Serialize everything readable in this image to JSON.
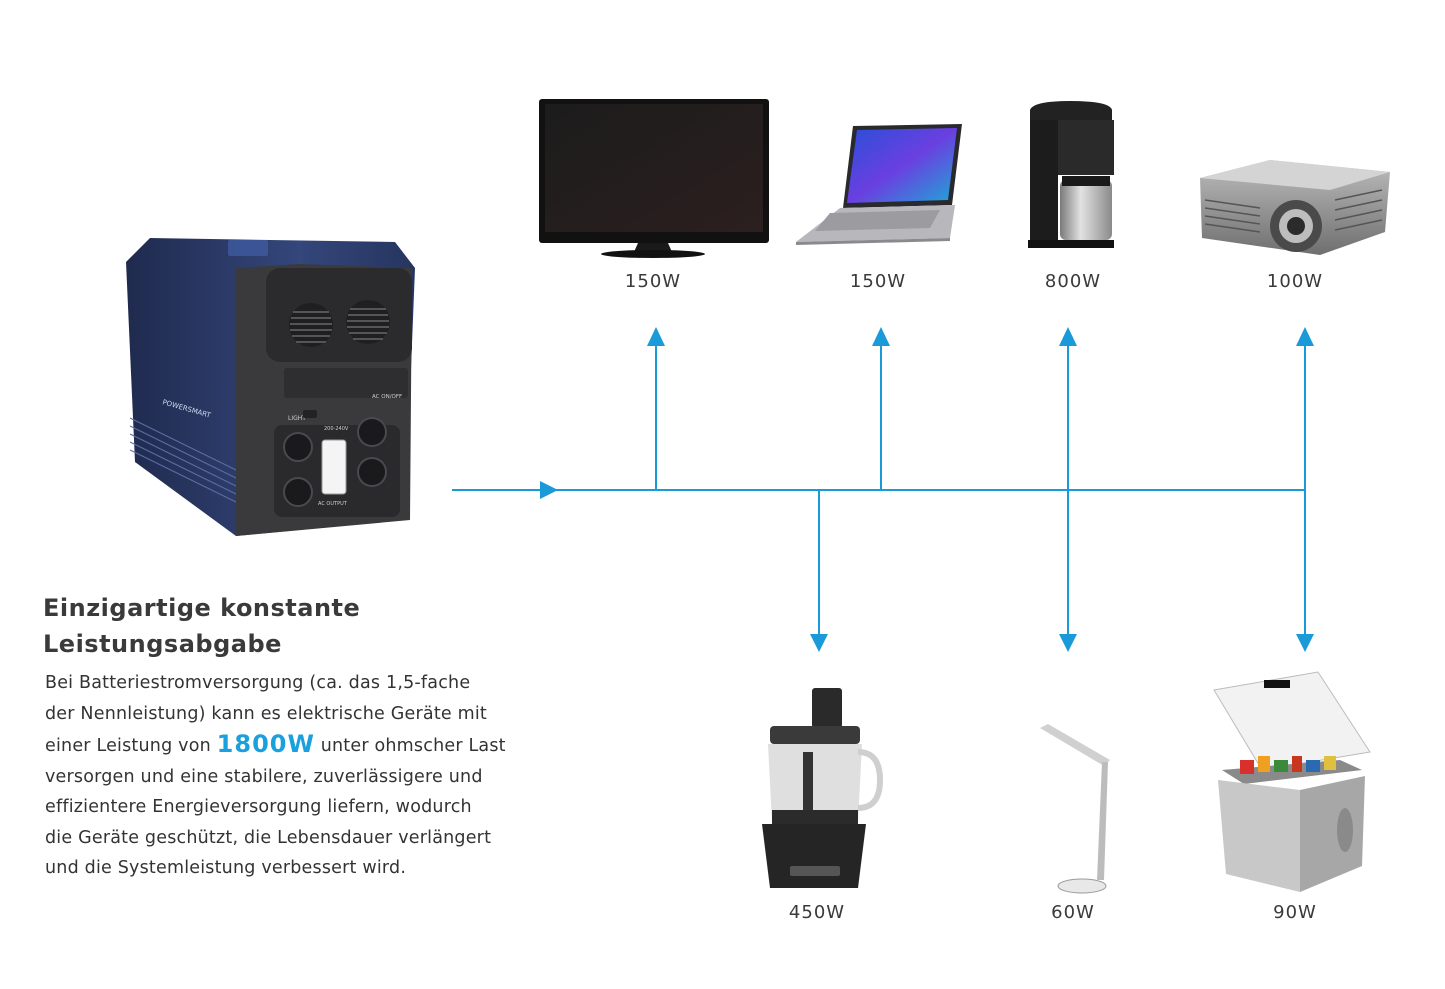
{
  "colors": {
    "connector": "#1a9ad8",
    "highlight": "#1aa0dd",
    "station_body": "#2c3a66",
    "station_front": "#3b3b3e"
  },
  "station": {
    "brand": "POWERSMART",
    "label_light": "LIGHT",
    "label_ac_on_off": "AC ON/OFF",
    "label_voltage": "200-240V",
    "label_ac_output": "AC OUTPUT"
  },
  "devices_top": [
    {
      "name": "tv",
      "watt": "150W"
    },
    {
      "name": "laptop",
      "watt": "150W"
    },
    {
      "name": "coffee-maker",
      "watt": "800W"
    },
    {
      "name": "projector",
      "watt": "100W"
    }
  ],
  "devices_bottom": [
    {
      "name": "food-processor",
      "watt": "450W"
    },
    {
      "name": "desk-lamp",
      "watt": "60W"
    },
    {
      "name": "cooler-box",
      "watt": "90W"
    }
  ],
  "text": {
    "heading_line1": "Einzigartige konstante",
    "heading_line2": "Leistungsabgabe",
    "para_line1": "Bei Batteriestromversorgung (ca. das 1,5-fache",
    "para_line2": "der Nennleistung) kann es elektrische Geräte mit",
    "para_line3_pre": "einer Leistung von ",
    "para_highlight": "1800W",
    "para_line3_post": " unter ohmscher Last",
    "para_line4": "versorgen und eine stabilere, zuverlässigere und",
    "para_line5": "effizientere Energieversorgung liefern, wodurch",
    "para_line6": "die Geräte geschützt, die Lebensdauer verlängert",
    "para_line7": "und die Systemleistung verbessert wird."
  }
}
